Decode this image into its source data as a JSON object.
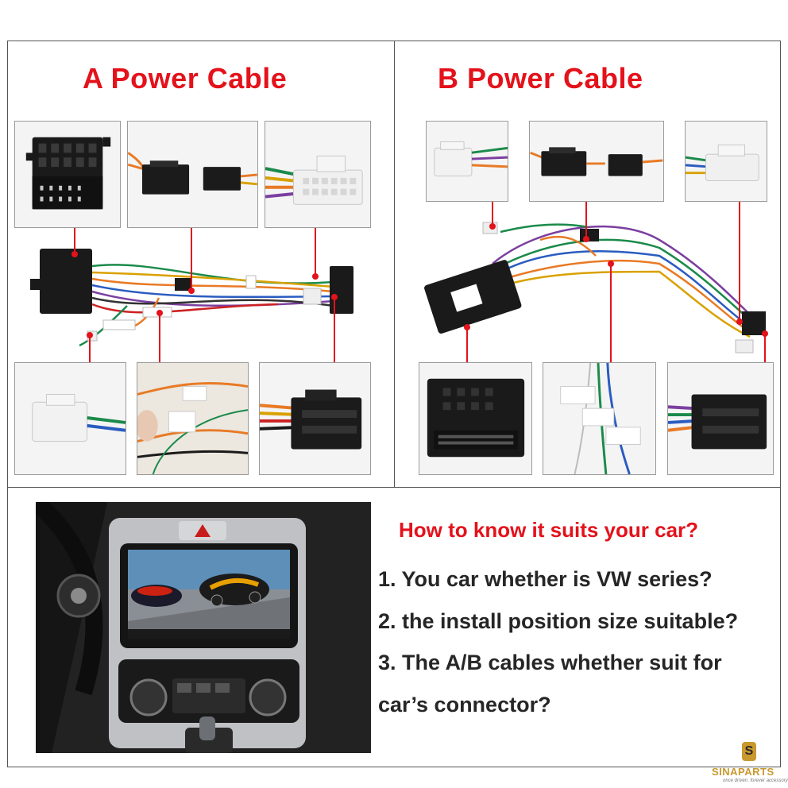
{
  "panel_a": {
    "title": "A Power Cable"
  },
  "panel_b": {
    "title": "B Power Cable"
  },
  "guide": {
    "question": "How to know it suits your car?",
    "items": [
      "1. You car whether is VW series?",
      "2. the install position size suitable?",
      "3. The A/B cables whether suit for",
      "car’s connector?"
    ]
  },
  "brand": {
    "name": "SINAPARTS",
    "tagline": "once driven. forever accessory",
    "icon_letter": "S"
  },
  "colors": {
    "title_red": "#e3121b",
    "text_dark": "#262626",
    "brand_gold": "#c9992e",
    "wire_green": "#1a8a4a",
    "wire_orange": "#e87a25"
  }
}
